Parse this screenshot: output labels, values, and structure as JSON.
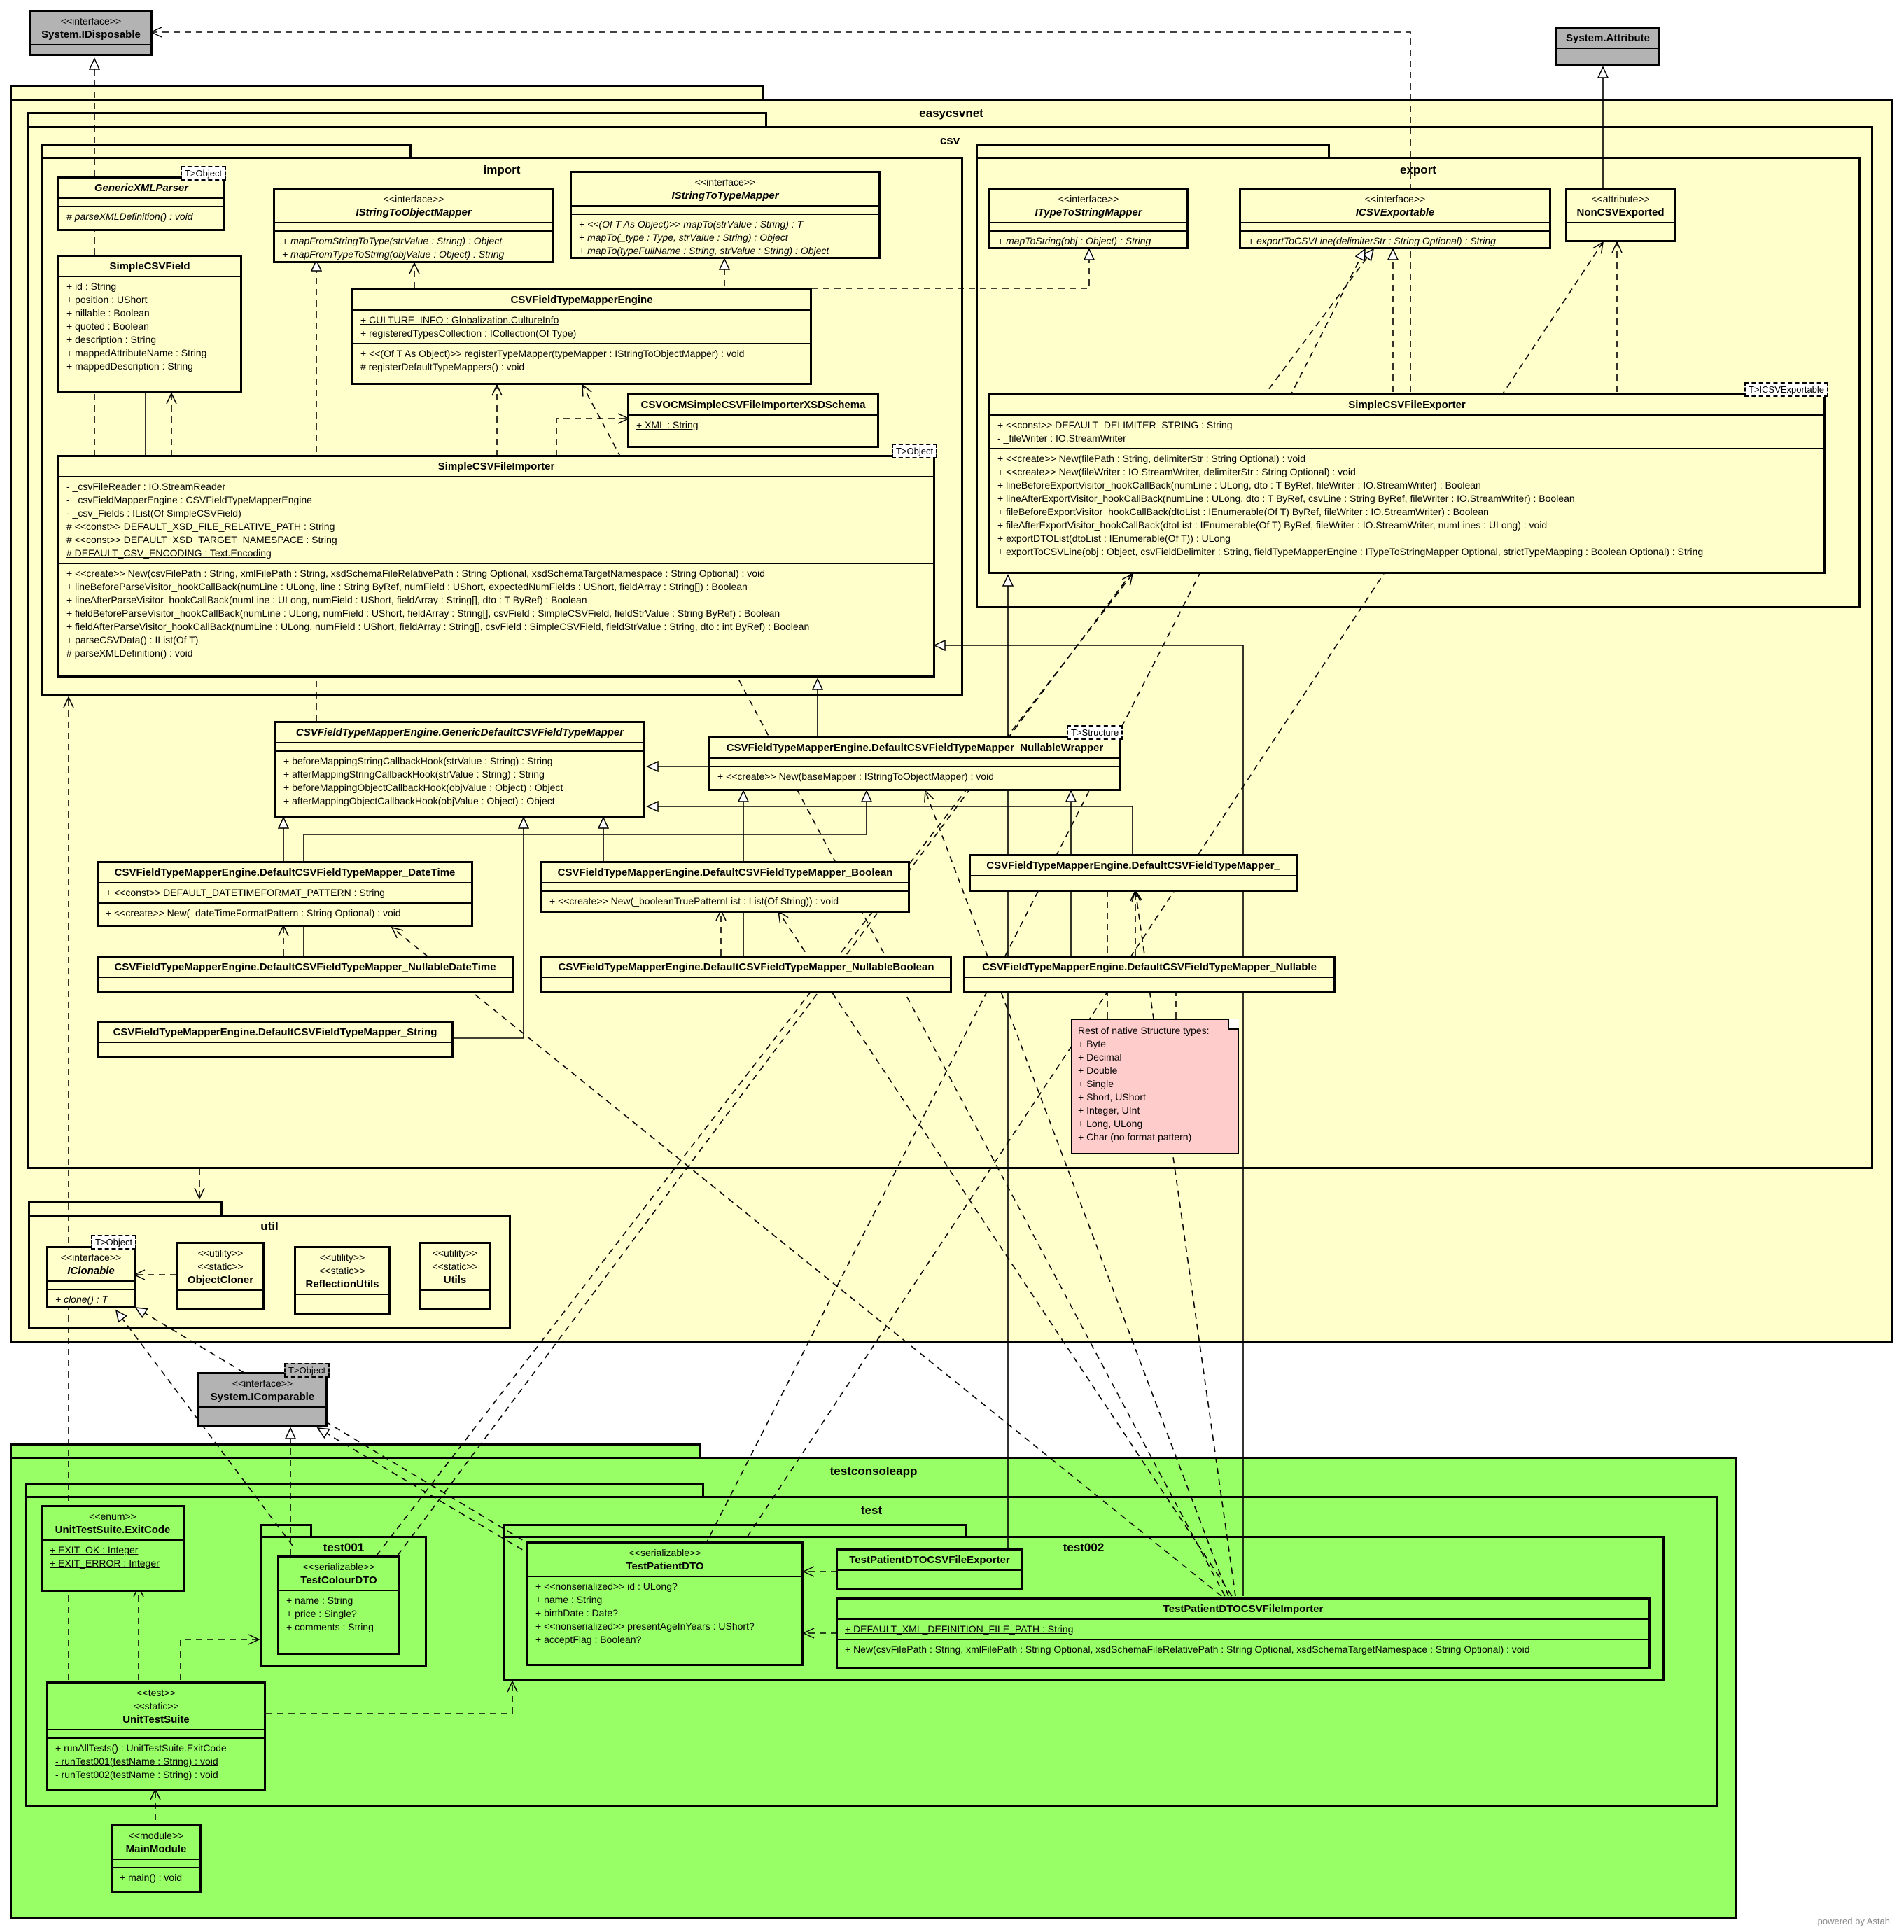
{
  "packages": {
    "easycsvnet": "easycsvnet",
    "csv": "csv",
    "import": "import",
    "export": "export",
    "util": "util",
    "testconsoleapp": "testconsoleapp",
    "test": "test",
    "test001": "test001",
    "test002": "test002"
  },
  "external": {
    "idisposable": {
      "stereo": "<<interface>>",
      "name": "System.IDisposable"
    },
    "attribute": {
      "name": "System.Attribute"
    },
    "icomparable": {
      "stereo": "<<interface>>",
      "name": "System.IComparable",
      "tparam": "T>Object"
    }
  },
  "import": {
    "genericxmlparser": {
      "name": "GenericXMLParser",
      "tparam": "T>Object",
      "ops": [
        "# parseXMLDefinition() : void"
      ]
    },
    "istringtoobjectmapper": {
      "stereo": "<<interface>>",
      "name": "IStringToObjectMapper",
      "ops": [
        "+ mapFromStringToType(strValue : String) : Object",
        "+ mapFromTypeToString(objValue : Object) : String"
      ]
    },
    "istringtotypemapper": {
      "stereo": "<<interface>>",
      "name": "IStringToTypeMapper",
      "ops": [
        "+ <<(Of T As Object)>> mapTo(strValue : String) : T",
        "+ mapTo(_type : Type, strValue : String) : Object",
        "+ mapTo(typeFullName : String, strValue : String) : Object"
      ]
    },
    "simplecsvfield": {
      "name": "SimpleCSVField",
      "attrs": [
        "+ id : String",
        "+ position : UShort",
        "+ nillable : Boolean",
        "+ quoted : Boolean",
        "+ description : String",
        "+ mappedAttributeName : String",
        "+ mappedDescription : String"
      ]
    },
    "csvfieldtypemapperengine": {
      "name": "CSVFieldTypeMapperEngine",
      "attrs": [
        "+ CULTURE_INFO : Globalization.CultureInfo",
        "+ registeredTypesCollection : ICollection(Of Type)"
      ],
      "ops": [
        "+ <<(Of T As Object)>> registerTypeMapper(typeMapper : IStringToObjectMapper) : void",
        "# registerDefaultTypeMappers() : void"
      ]
    },
    "xsdschema": {
      "name": "CSVOCMSimpleCSVFileImporterXSDSchema",
      "attrs": [
        "+ XML : String"
      ]
    },
    "simplecsvfileimporter": {
      "name": "SimpleCSVFileImporter",
      "tparam": "T>Object",
      "attrs": [
        "- _csvFileReader : IO.StreamReader",
        "- _csvFieldMapperEngine : CSVFieldTypeMapperEngine",
        "- _csv_Fields : IList(Of SimpleCSVField)",
        "# <<const>> DEFAULT_XSD_FILE_RELATIVE_PATH : String",
        "# <<const>> DEFAULT_XSD_TARGET_NAMESPACE : String",
        "# DEFAULT_CSV_ENCODING : Text.Encoding"
      ],
      "ops": [
        "+ <<create>> New(csvFilePath : String, xmlFilePath : String, xsdSchemaFileRelativePath : String Optional, xsdSchemaTargetNamespace : String Optional) : void",
        "+ lineBeforeParseVisitor_hookCallBack(numLine : ULong, line : String ByRef, numField : UShort, expectedNumFields : UShort, fieldArray : String[]) : Boolean",
        "+ lineAfterParseVisitor_hookCallBack(numLine : ULong, numField : UShort, fieldArray : String[], dto : T ByRef) : Boolean",
        "+ fieldBeforeParseVisitor_hookCallBack(numLine : ULong, numField : UShort, fieldArray : String[], csvField : SimpleCSVField, fieldStrValue : String ByRef) : Boolean",
        "+ fieldAfterParseVisitor_hookCallBack(numLine : ULong, numField : UShort, fieldArray : String[], csvField : SimpleCSVField, fieldStrValue : String, dto : int ByRef) : Boolean",
        "+ parseCSVData() : IList(Of T)",
        "# parseXMLDefinition() : void"
      ]
    }
  },
  "export": {
    "itypetostringmapper": {
      "stereo": "<<interface>>",
      "name": "ITypeToStringMapper",
      "ops": [
        "+ mapToString(obj : Object) : String"
      ]
    },
    "icsvexportable": {
      "stereo": "<<interface>>",
      "name": "ICSVExportable",
      "ops": [
        "+ exportToCSVLine(delimiterStr : String Optional) : String"
      ]
    },
    "noncsvexported": {
      "stereo": "<<attribute>>",
      "name": "NonCSVExported"
    },
    "simplecsvfileexporter": {
      "name": "SimpleCSVFileExporter",
      "tparam": "T>ICSVExportable",
      "attrs": [
        "+ <<const>> DEFAULT_DELIMITER_STRING : String",
        "- _fileWriter : IO.StreamWriter"
      ],
      "ops": [
        "+ <<create>> New(filePath : String, delimiterStr : String Optional) : void",
        "+ <<create>> New(fileWriter : IO.StreamWriter, delimiterStr : String Optional) : void",
        "+ lineBeforeExportVisitor_hookCallBack(numLine : ULong, dto : T ByRef, fileWriter : IO.StreamWriter) : Boolean",
        "+ lineAfterExportVisitor_hookCallBack(numLine : ULong, dto : T ByRef, csvLine : String ByRef, fileWriter : IO.StreamWriter) : Boolean",
        "+ fileBeforeExportVisitor_hookCallBack(dtoList : IEnumerable(Of T) ByRef, fileWriter : IO.StreamWriter) : Boolean",
        "+ fileAfterExportVisitor_hookCallBack(dtoList : IEnumerable(Of T) ByRef, fileWriter : IO.StreamWriter, numLines : ULong) : void",
        "+ exportDTOList(dtoList : IEnumerable(Of T)) : ULong",
        "+ exportToCSVLine(obj : Object, csvFieldDelimiter : String, fieldTypeMapperEngine : ITypeToStringMapper Optional, strictTypeMapping : Boolean Optional) : String"
      ]
    }
  },
  "mappers": {
    "generic": {
      "name": "CSVFieldTypeMapperEngine.GenericDefaultCSVFieldTypeMapper",
      "ops": [
        "+ beforeMappingStringCallbackHook(strValue : String) : String",
        "+ afterMappingStringCallbackHook(strValue : String) : String",
        "+ beforeMappingObjectCallbackHook(objValue : Object) : Object",
        "+ afterMappingObjectCallbackHook(objValue : Object) : Object"
      ]
    },
    "nullablewrapper": {
      "name": "CSVFieldTypeMapperEngine.DefaultCSVFieldTypeMapper_NullableWrapper",
      "tparam": "T>Structure",
      "ops": [
        "+ <<create>> New(baseMapper : IStringToObjectMapper) : void"
      ]
    },
    "datetime": {
      "name": "CSVFieldTypeMapperEngine.DefaultCSVFieldTypeMapper_DateTime",
      "attrs": [
        "+ <<const>> DEFAULT_DATETIMEFORMAT_PATTERN : String"
      ],
      "ops": [
        "+ <<create>> New(_dateTimeFormatPattern : String Optional) : void"
      ]
    },
    "boolean": {
      "name": "CSVFieldTypeMapperEngine.DefaultCSVFieldTypeMapper_Boolean",
      "ops": [
        "+ <<create>> New(_booleanTruePatternList : List(Of String)) : void"
      ]
    },
    "underscore": {
      "name": "CSVFieldTypeMapperEngine.DefaultCSVFieldTypeMapper_"
    },
    "nullabledatetime": {
      "name": "CSVFieldTypeMapperEngine.DefaultCSVFieldTypeMapper_NullableDateTime"
    },
    "nullableboolean": {
      "name": "CSVFieldTypeMapperEngine.DefaultCSVFieldTypeMapper_NullableBoolean"
    },
    "nullable": {
      "name": "CSVFieldTypeMapperEngine.DefaultCSVFieldTypeMapper_Nullable"
    },
    "string": {
      "name": "CSVFieldTypeMapperEngine.DefaultCSVFieldTypeMapper_String"
    }
  },
  "note": {
    "lines": [
      "Rest of native Structure types:",
      "+ Byte",
      "+ Decimal",
      "+ Double",
      "+ Single",
      "+ Short, UShort",
      "+ Integer, UInt",
      "+ Long, ULong",
      "+ Char (no format pattern)"
    ]
  },
  "util": {
    "iclonable": {
      "stereo": "<<interface>>",
      "name": "IClonable",
      "tparam": "T>Object",
      "ops": [
        "+ clone() : T"
      ]
    },
    "objectcloner": {
      "stereo1": "<<utility>>",
      "stereo2": "<<static>>",
      "name": "ObjectCloner"
    },
    "reflectionutils": {
      "stereo1": "<<utility>>",
      "stereo2": "<<static>>",
      "name": "ReflectionUtils"
    },
    "utils": {
      "stereo1": "<<utility>>",
      "stereo2": "<<static>>",
      "name": "Utils"
    }
  },
  "testapp": {
    "exitcode": {
      "stereo": "<<enum>>",
      "name": "UnitTestSuite.ExitCode",
      "attrs": [
        "+ EXIT_OK : Integer",
        "+ EXIT_ERROR : Integer"
      ]
    },
    "testcolourdto": {
      "stereo": "<<serializable>>",
      "name": "TestColourDTO",
      "attrs": [
        "+ name : String",
        "+ price : Single?",
        "+ comments : String"
      ]
    },
    "testpatientdto": {
      "stereo": "<<serializable>>",
      "name": "TestPatientDTO",
      "attrs": [
        "+ <<nonserialized>> id : ULong?",
        "+ name : String",
        "+ birthDate : Date?",
        "+ <<nonserialized>> presentAgeInYears : UShort?",
        "+ acceptFlag : Boolean?"
      ]
    },
    "exporter": {
      "name": "TestPatientDTOCSVFileExporter"
    },
    "importer": {
      "name": "TestPatientDTOCSVFileImporter",
      "attrs": [
        "+ DEFAULT_XML_DEFINITION_FILE_PATH : String"
      ],
      "ops": [
        "+ New(csvFilePath : String, xmlFilePath : String Optional, xsdSchemaFileRelativePath : String Optional, xsdSchemaTargetNamespace : String Optional) : void"
      ]
    },
    "unittestsuite": {
      "stereo1": "<<test>>",
      "stereo2": "<<static>>",
      "name": "UnitTestSuite",
      "ops": [
        "+ runAllTests() : UnitTestSuite.ExitCode",
        "- runTest001(testName : String) : void",
        "- runTest002(testName : String) : void"
      ]
    },
    "mainmodule": {
      "stereo": "<<module>>",
      "name": "MainModule",
      "ops": [
        "+ main() : void"
      ]
    }
  },
  "watermark": "powered by Astah",
  "colors": {
    "easycsvnet": "#ffffcc",
    "testconsoleapp": "#99ff66",
    "external": "#b3b3b3",
    "note": "#ffcccc"
  }
}
